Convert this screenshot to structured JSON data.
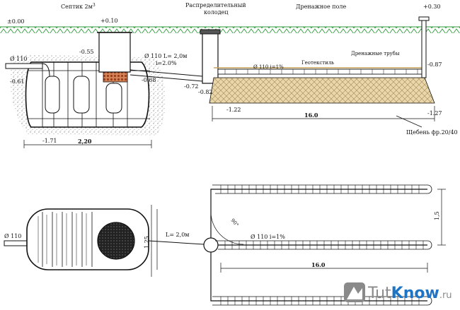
{
  "section": {
    "notes": {
      "septic_title": "Септик 2м",
      "septic_title_sup": "3",
      "distribution_well_line1": "Распределительный",
      "distribution_well_line2": "колодец",
      "drainage_field": "Дренажное поле",
      "geotextile": "Геотекстиль",
      "drainage_pipes": "Дренажные трубы",
      "gravel": "Щебень фр.20/40",
      "pipe_inlet": "Ø 110",
      "pipe_spec": "Ø 110 L= 2,0м",
      "pipe_slope": "i=2.0%",
      "drain_pipe": "Ø 110 i=1%"
    },
    "levels": {
      "ground": "±0.00",
      "vent_top": "+0.30",
      "septic_top": "+0.10",
      "inlet": "-0.55",
      "inlet_left": "-0.61",
      "outlet": "-0.68",
      "well_in": "-0.72",
      "well_bottom": "-0.82",
      "drain_top": "-0.87",
      "field_bottom_left": "-1.22",
      "septic_bottom": "-1.71",
      "field_bottom_right": "-1.27"
    },
    "dims": {
      "septic_width": "2,20",
      "field_length": "16.0"
    }
  },
  "plan": {
    "pipe_inlet": "Ø 110",
    "pipe_length": "L= 2,0м",
    "tank_width": "1,25",
    "angle": "90°",
    "drain_pipe": "Ø 110 i=1%",
    "field_length": "16.0",
    "spacing": "1,5"
  },
  "watermark": {
    "part1": "Tut",
    "part2": "Know",
    "part3": ".ru"
  },
  "colors": {
    "grass": "#2e9a3a",
    "soil": "#c9c9c9",
    "gravel": "#d9c28f",
    "media": "#b8552a",
    "brand_blue": "#1f74c4",
    "brand_grey": "#8a8a8a"
  }
}
